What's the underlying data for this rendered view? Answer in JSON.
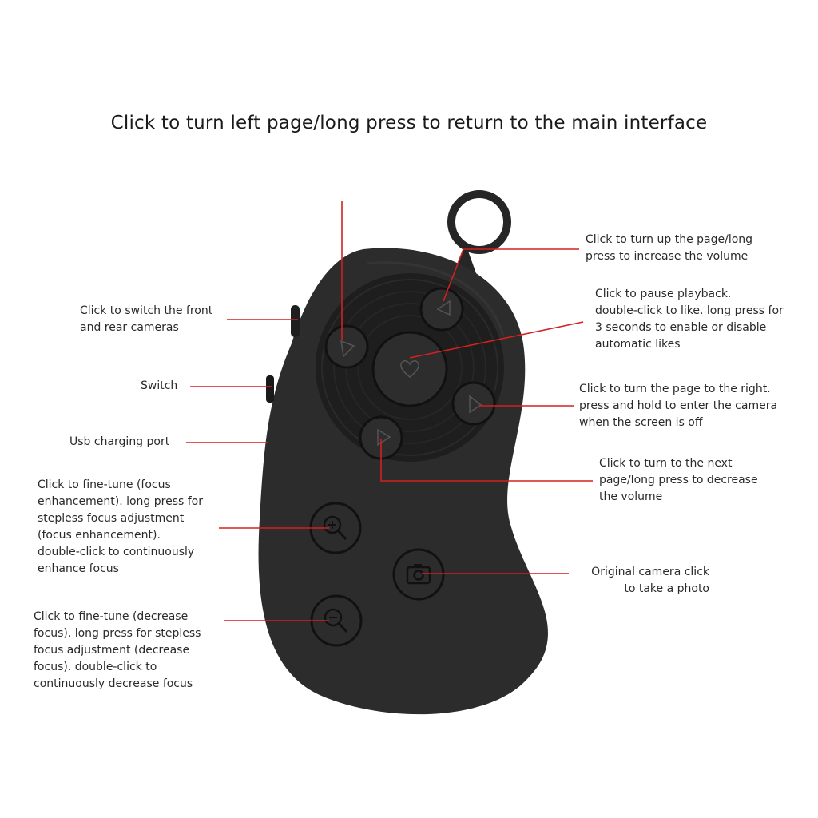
{
  "title": "Click to turn left page/long press to return to the main interface",
  "colors": {
    "leader_line": "#d42020",
    "device_body": "#2b2b2b",
    "button_ring": "#1a1a1a",
    "label_text": "#2a2a2a"
  },
  "labels": {
    "page_up": "Click to turn up the page/long\n  press to increase the volume",
    "pause": "Click to pause playback.\ndouble-click to like. long press for\n3 seconds to enable or disable\nautomatic likes",
    "page_right": "Click to turn the page to the right.\npress and hold to enter the camera\nwhen the screen is off",
    "next_page": "Click to turn to the next\npage/long press to decrease\nthe volume",
    "camera": "Original camera click\nto take a photo",
    "switch_camera": "Click to switch the front\nand rear cameras",
    "switch": "Switch",
    "usb": "Usb charging port",
    "focus_in": "Click to fine-tune (focus\nenhancement). long press for\nstepless focus adjustment\n(focus enhancement).\ndouble-click to continuously\nenhance focus",
    "focus_out": "Click to fine-tune (decrease\nfocus). long press for stepless\nfocus adjustment (decrease\nfocus). double-click to\ncontinuously decrease focus"
  },
  "icons": {
    "center": "heart-icon",
    "left": "play-left-icon",
    "up": "play-up-icon",
    "right": "play-right-icon",
    "down": "play-down-icon",
    "zoom_in": "zoom-in-icon",
    "zoom_out": "zoom-out-icon",
    "camera": "camera-icon"
  }
}
